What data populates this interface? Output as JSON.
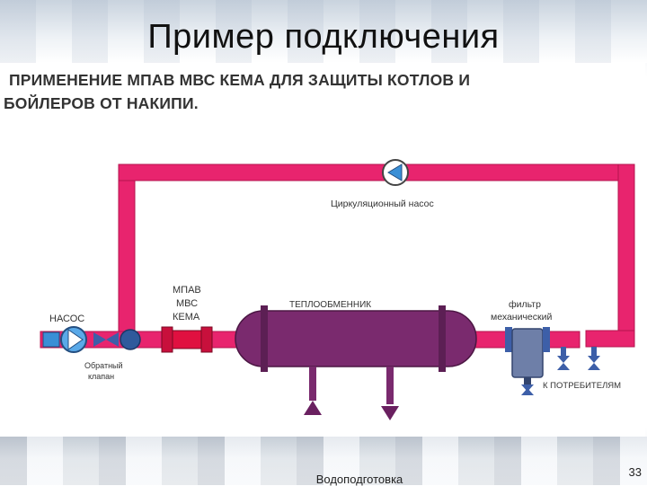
{
  "slide": {
    "title": "Пример подключения",
    "heading_line1": "ПРИМЕНЕНИЕ МПАВ МВС КЕМА ДЛЯ ЗАЩИТЫ КОТЛОВ И",
    "heading_line2": "БОЙЛЕРОВ ОТ НАКИПИ.",
    "footer": "Водоподготовка",
    "page_number": "33"
  },
  "diagram": {
    "labels": {
      "circulation_pump": "Циркуляционный насос",
      "pump": "НАСОС",
      "check_valve_line1": "Обратный",
      "check_valve_line2": "клапан",
      "mpav_line1": "МПАВ",
      "mpav_line2": "МВС",
      "mpav_line3": "КЕМА",
      "heat_exchanger": "ТЕПЛООБМЕННИК",
      "filter_line1": "фильтр",
      "filter_line2": "механический",
      "to_consumers": "К ПОТРЕБИТЕЛЯМ"
    },
    "colors": {
      "pipe": "#e8246e",
      "pipe_dark": "#b5144f",
      "pump_body": "#3a8fd6",
      "heat_exchanger": "#7a2a6e",
      "filter": "#6e7fa8",
      "valve": "#3d5fa8",
      "arrow": "#6a2060"
    }
  }
}
